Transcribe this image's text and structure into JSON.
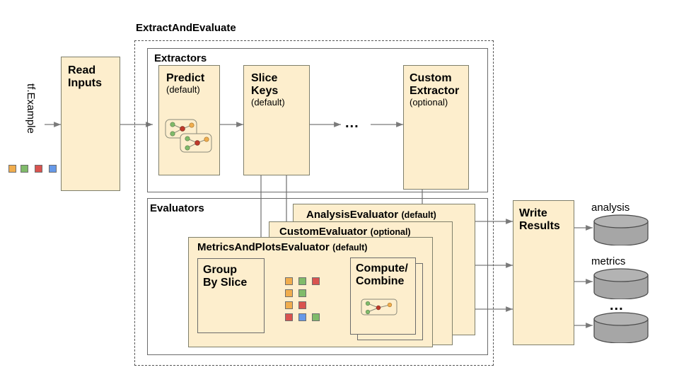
{
  "diagram": {
    "title": "ExtractAndEvaluate",
    "input_label": "tf.Example",
    "ellipsis": "...",
    "groups": {
      "extractors": "Extractors",
      "evaluators": "Evaluators"
    },
    "nodes": {
      "read_inputs": {
        "title": "Read\nInputs"
      },
      "predict": {
        "title": "Predict",
        "sub": "(default)"
      },
      "slice_keys": {
        "title": "Slice\nKeys",
        "sub": "(default)"
      },
      "custom_extractor": {
        "title": "Custom\nExtractor",
        "sub": "(optional)"
      },
      "analysis_evaluator": {
        "title": "AnalysisEvaluator",
        "sub": "(default)"
      },
      "custom_evaluator": {
        "title": "CustomEvaluator",
        "sub": "(optional)"
      },
      "metrics_and_plots_evaluator": {
        "title": "MetricsAndPlotsEvaluator",
        "sub": "(default)"
      },
      "group_by_slice": {
        "title": "Group\nBy Slice"
      },
      "compute_combine": {
        "title": "Compute/\nCombine"
      },
      "write_results": {
        "title": "Write\nResults"
      }
    },
    "outputs": [
      {
        "label": "analysis"
      },
      {
        "label": "metrics"
      },
      {
        "label": "..."
      }
    ],
    "colors": {
      "box_fill": "#fdeecd",
      "box_stroke": "#7f7f6b",
      "group_stroke": "#6b6b6b",
      "dashed_stroke": "#555555",
      "arrow": "#7a7a7a",
      "cylinder_fill": "#a6a6a6",
      "cylinder_stroke": "#4d4d4d",
      "chip_orange": "#f0ad4e",
      "chip_green": "#80bb6a",
      "chip_red": "#d9534f",
      "chip_blue": "#6699e8"
    },
    "input_chips": [
      "chip_orange",
      "chip_green",
      "chip_red",
      "chip_blue"
    ],
    "slice_chip_rows": [
      [
        "chip_orange",
        "chip_green",
        "chip_red"
      ],
      [
        "chip_orange",
        "chip_green"
      ],
      [
        "chip_orange",
        "chip_red"
      ],
      [
        "chip_red",
        "chip_blue",
        "chip_green"
      ]
    ]
  }
}
